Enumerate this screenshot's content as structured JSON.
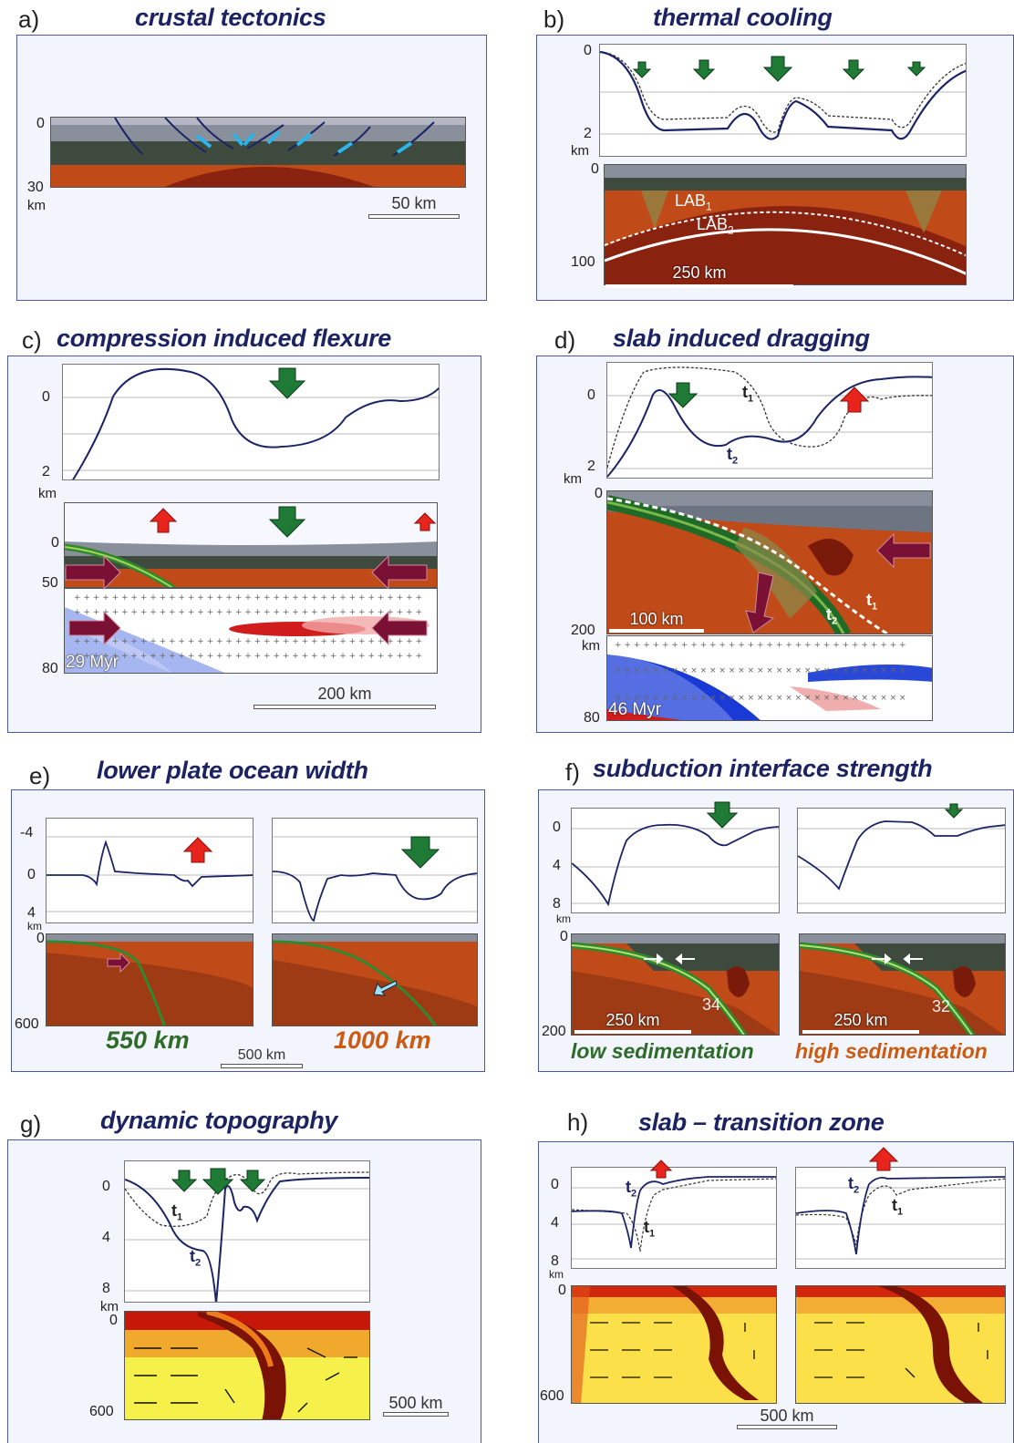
{
  "panels": {
    "a": {
      "letter": "a)",
      "title": "crustal tectonics",
      "ticks": [
        "0",
        "30"
      ],
      "unit": "km",
      "scale": "50 km"
    },
    "b": {
      "letter": "b)",
      "title": "thermal cooling",
      "ticks_top": [
        "0",
        "2"
      ],
      "unit": "km",
      "ticks_bottom": [
        "0",
        "100"
      ],
      "lab1": "LAB",
      "lab1_sub": "1",
      "lab2": "LAB",
      "lab2_sub": "2",
      "scale": "250 km"
    },
    "c": {
      "letter": "c)",
      "title": "compression induced flexure",
      "ticks_top": [
        "0",
        "2"
      ],
      "unit": "km",
      "ticks_bottom": [
        "0",
        "50",
        "80"
      ],
      "age": "29 Myr",
      "scale": "200 km"
    },
    "d": {
      "letter": "d)",
      "title": "slab induced dragging",
      "ticks_top": [
        "0",
        "2"
      ],
      "unit": "km",
      "ticks_bottom": [
        "0",
        "200",
        "80"
      ],
      "t1": "t",
      "t1_sub": "1",
      "t2": "t",
      "t2_sub": "2",
      "age": "46 Myr",
      "scale": "100 km"
    },
    "e": {
      "letter": "e)",
      "title": "lower plate ocean width",
      "ticks_top": [
        "-4",
        "0",
        "4"
      ],
      "unit": "km",
      "ticks_bottom": [
        "0",
        "600"
      ],
      "label_left": "550 km",
      "label_right": "1000 km",
      "scale": "500 km"
    },
    "f": {
      "letter": "f)",
      "title": "subduction interface strength",
      "ticks_top": [
        "0",
        "4",
        "8"
      ],
      "unit": "km",
      "ticks_bottom": [
        "0",
        "200"
      ],
      "angle_left": "34",
      "angle_right": "32",
      "scale_left": "250 km",
      "scale_right": "250 km",
      "label_left": "low sedimentation",
      "label_right": "high sedimentation"
    },
    "g": {
      "letter": "g)",
      "title": "dynamic topography",
      "ticks_top": [
        "0",
        "4",
        "8"
      ],
      "unit": "km",
      "ticks_bottom": [
        "0",
        "600"
      ],
      "t1": "t",
      "t1_sub": "1",
      "t2": "t",
      "t2_sub": "2",
      "scale": "500 km"
    },
    "h": {
      "letter": "h)",
      "title": "slab – transition zone",
      "ticks_top": [
        "0",
        "4",
        "8"
      ],
      "unit": "km",
      "ticks_bottom": [
        "0",
        "600"
      ],
      "t1": "t",
      "t1_sub": "1",
      "t2": "t",
      "t2_sub": "2",
      "scale": "500 km"
    }
  },
  "colors": {
    "frame": "#4a5a9a",
    "title": "#1c2363",
    "uplift": "#e8251c",
    "subsidence": "#1f7a36",
    "push": "#7a1034",
    "topo_line": "#1a2466"
  }
}
